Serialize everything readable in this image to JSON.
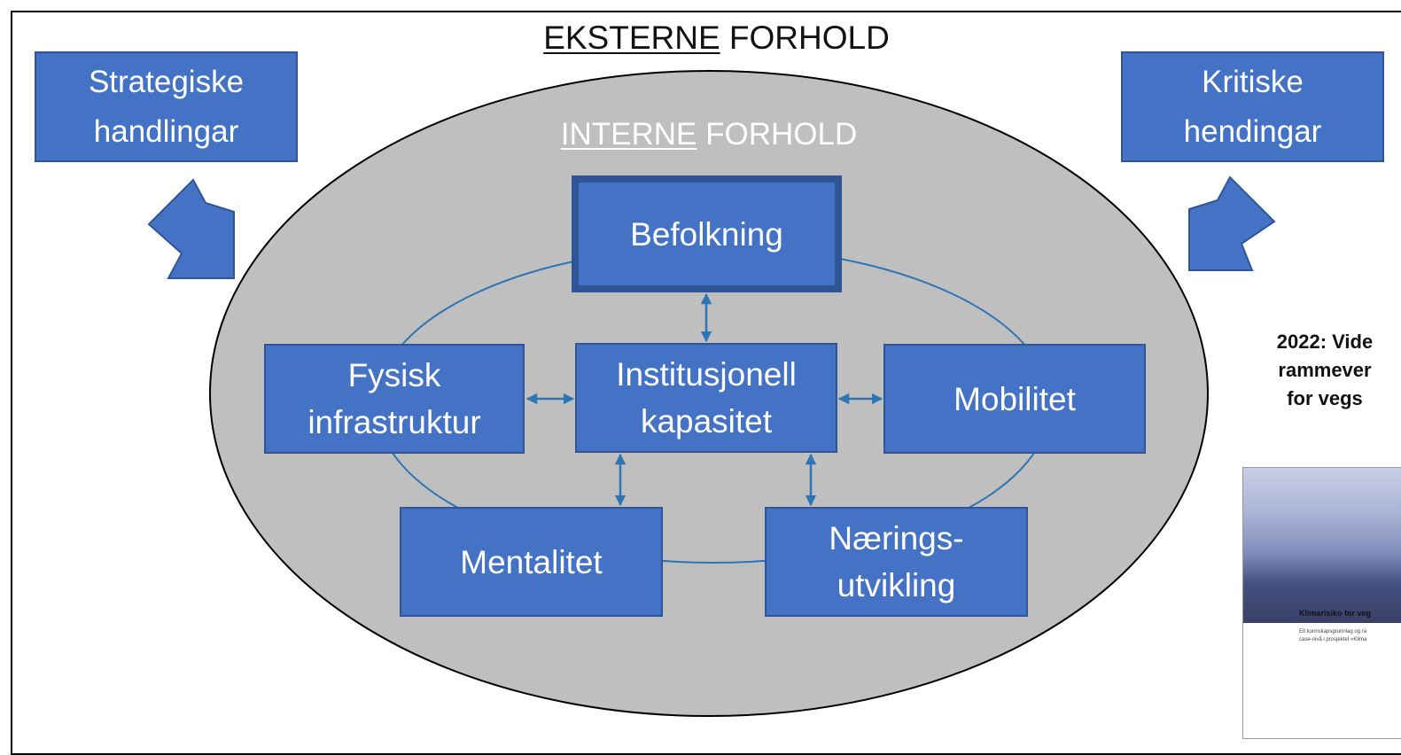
{
  "titles": {
    "external_underlined": "EKSTERNE",
    "external_rest": " FORHOLD",
    "internal_underlined": "INTERNE",
    "internal_rest": " FORHOLD"
  },
  "corner_boxes": {
    "strategic": "Strategiske handlingar",
    "critical": "Kritiske hendingar"
  },
  "nodes": {
    "befolkning": "Befolkning",
    "institusjonell": "Institusjonell kapasitet",
    "fysisk": "Fysisk infrastruktur",
    "mobilitet": "Mobilitet",
    "mentalitet": "Mentalitet",
    "naerings": "Nærings-utvikling"
  },
  "side_caption": {
    "line1": "2022: Vide",
    "line2": "rammever",
    "line3": "for vegs"
  },
  "report": {
    "title": "Klimarisiko for veg",
    "sub1": "Eit kunnskapsgrunnlag og ra",
    "sub2": "case-nivå i prosjektet «Klima"
  },
  "colors": {
    "box_fill": "#4472c4",
    "box_border": "#2f5597",
    "ellipse_fill": "#bfbfbf",
    "connector": "#2e75b6"
  }
}
